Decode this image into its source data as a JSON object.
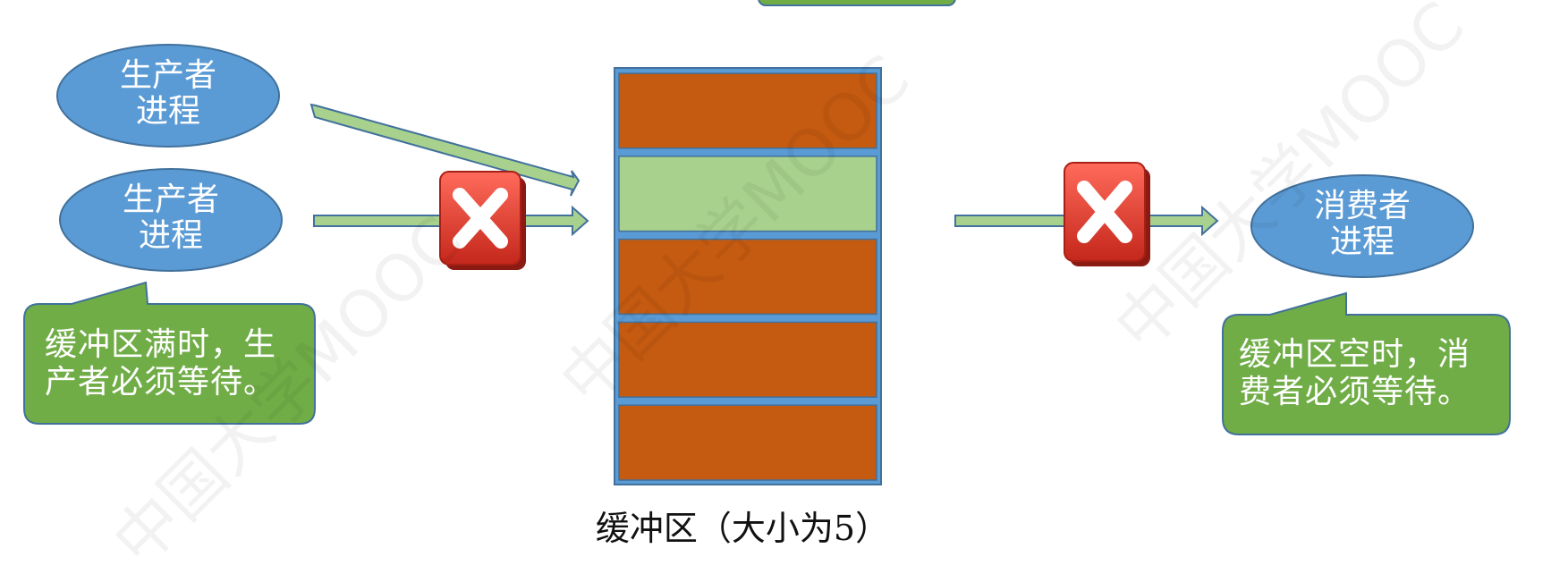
{
  "producer_top": {
    "label": "生产者\n进程"
  },
  "producer_bottom": {
    "label": "生产者\n进程"
  },
  "consumer": {
    "label": "消费者\n进程"
  },
  "producer_callout": {
    "text": "缓冲区满时，生\n产者必须等待。"
  },
  "consumer_callout": {
    "text": "缓冲区空时，消\n费者必须等待。"
  },
  "buffer": {
    "caption": "缓冲区（大小为5）",
    "slots": [
      "full",
      "empty",
      "full",
      "full",
      "full"
    ]
  },
  "watermark": {
    "text": "中国大学MOOC"
  },
  "colors": {
    "ellipse_fill": "#5b9bd5",
    "callout_fill": "#70ad47",
    "slot_full": "#c55a11",
    "slot_empty": "#a9d18e",
    "buffer_frame": "#5b9bd5",
    "arrow_fill": "#a9d18e",
    "x_icon_red": "#e74c3c"
  }
}
